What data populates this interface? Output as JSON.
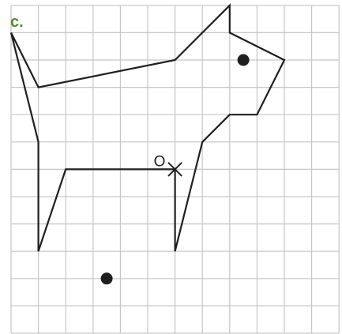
{
  "part_label": "c.",
  "centre_label": "O",
  "colors": {
    "label": "#5a8a2e",
    "ink": "#1f1f1f",
    "grid": "#c6c6c6"
  },
  "grid": {
    "columns": 12,
    "rows": 12
  },
  "shape": {
    "vertices": [
      [
        0,
        11
      ],
      [
        1,
        9
      ],
      [
        6,
        10
      ],
      [
        8,
        12
      ],
      [
        8,
        11
      ],
      [
        10,
        10
      ],
      [
        9,
        8
      ],
      [
        8,
        8
      ],
      [
        7,
        7
      ],
      [
        6,
        3
      ],
      [
        6,
        6
      ],
      [
        2,
        6
      ],
      [
        1,
        3
      ],
      [
        1,
        7
      ],
      [
        0,
        11
      ]
    ],
    "eye": [
      8.5,
      10
    ]
  },
  "centre_of_enlargement": [
    6,
    6
  ],
  "external_point": [
    3.5,
    2
  ]
}
